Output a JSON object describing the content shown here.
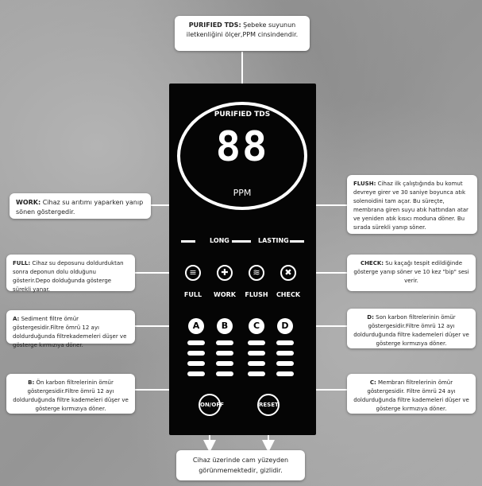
{
  "panel": {
    "purified_label": "PURIFIED TDS",
    "digits": "88",
    "unit": "PPM",
    "long_label": "LONG",
    "lasting_label": "LASTING",
    "icons": [
      {
        "label": "FULL",
        "icon": "full-icon",
        "glyph": "≡"
      },
      {
        "label": "WORK",
        "icon": "work-icon",
        "glyph": "✚"
      },
      {
        "label": "FLUSH",
        "icon": "flush-icon",
        "glyph": "≋"
      },
      {
        "label": "CHECK",
        "icon": "check-icon",
        "glyph": "✖"
      }
    ],
    "filters": [
      "A",
      "B",
      "C",
      "D"
    ],
    "onoff_label": "ON/OFF",
    "reset_label": "RESET"
  },
  "annotations": {
    "tds": {
      "title": "PURIFIED TDS:",
      "text": " Şebeke suyunun iletkenliğini ölçer,PPM cinsindendir."
    },
    "work": {
      "title": "WORK:",
      "text": " Cihaz su arıtımı yaparken yanıp sönen göstergedir."
    },
    "full": {
      "title": "FULL:",
      "text": " Cihaz su deposunu doldurduktan sonra deponun dolu olduğunu gösterir.Depo dolduğunda gösterge sürekli yanar."
    },
    "a": {
      "title": "A:",
      "text": " Sediment filtre ömür göstergesidir.Filtre ömrü 12 ayı doldurduğunda filtrekademeleri düşer ve gösterge kırmızıya döner."
    },
    "b": {
      "title": "B:",
      "text": " Ön karbon filtrelerinin ömür göstergesidir.Filtre ömrü 12 ayı doldurduğunda filtre kademeleri düşer ve gösterge kırmızıya döner."
    },
    "flush": {
      "title": "FLUSH:",
      "text": " Cihaz ilk çalıştığında bu komut devreye girer ve 30 saniye boyunca atık solenoidini tam açar. Bu süreçte, membrana giren suyu atık hattından atar ve yeniden atık kısıcı moduna döner. Bu sırada sürekli yanıp söner."
    },
    "check": {
      "title": "CHECK:",
      "text": " Su kaçağı tespit edildiğinde gösterge yanıp söner ve 10 kez \"bip\" sesi verir."
    },
    "d": {
      "title": "D:",
      "text": " Son karbon filtrelerinin ömür göstergesidir.Filtre ömrü 12 ayı doldurduğunda filtre kademeleri düşer ve gösterge kırmızıya döner."
    },
    "c": {
      "title": "C:",
      "text": " Membran filtrelerinin ömür göstergesidir. Filtre ömrü 24 ayı doldurduğunda filtre kademeleri düşer ve gösterge kırmızıya döner."
    },
    "glass": {
      "text": "Cihaz üzerinde cam yüzeyden görünmemektedir, gizlidir."
    }
  }
}
